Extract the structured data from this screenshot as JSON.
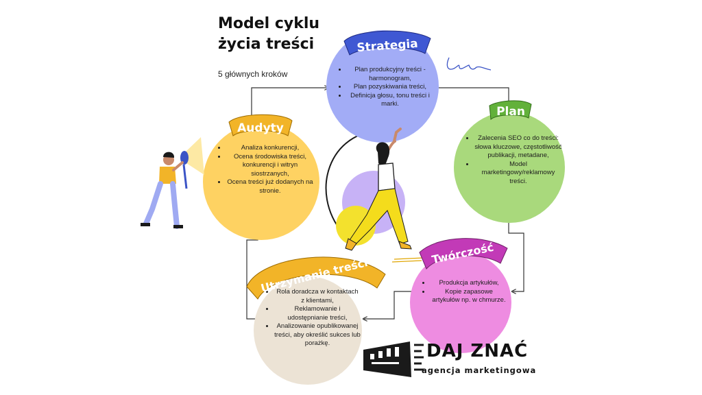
{
  "title_line1": "Model cyklu",
  "title_line2": "życia treści",
  "subtitle": "5 głównych kroków",
  "stages": {
    "strategia": {
      "label": "Strategia",
      "color": "#a2acf6",
      "banner_color": "#3f58d3",
      "items": [
        "Plan produkcyjny treści - harmonogram,",
        "Plan pozyskiwania treści,",
        "Definicja głosu, tonu treści i marki."
      ]
    },
    "plan": {
      "label": "Plan",
      "color": "#a9d97c",
      "banner_color": "#62b13a",
      "items": [
        "Zalecenia SEO co do treści: słowa kluczowe, częstotliwość publikacji, metadane,",
        "Model marketingowy/reklamowy treści."
      ]
    },
    "tworczosc": {
      "label": "Twórczość",
      "color": "#ee8ce1",
      "banner_color": "#c23ab7",
      "items": [
        "Produkcja artykułów,",
        "Kopie zapasowe artykułów np. w chmurze."
      ]
    },
    "utrzymanie": {
      "label": "Utrzymanie treści",
      "color": "#ece3d5",
      "banner_color": "#f2b428",
      "items": [
        "Rola doradcza w kontaktach z klientami,",
        "Reklamowanie i udostępnianie treści,",
        "Analizowanie opublikowanej treści, aby określić sukces lub porażkę."
      ]
    },
    "audyty": {
      "label": "Audyty",
      "color": "#fed262",
      "banner_color": "#f2b428",
      "items": [
        "Analiza konkurencji,",
        "Ocena środowiska treści, konkurencji i witryn siostrzanych,",
        "Ocena treści już dodanych na stronie."
      ]
    }
  },
  "logo": {
    "name": "DAJ ZNAĆ",
    "tagline": "agencja marketingowa"
  }
}
